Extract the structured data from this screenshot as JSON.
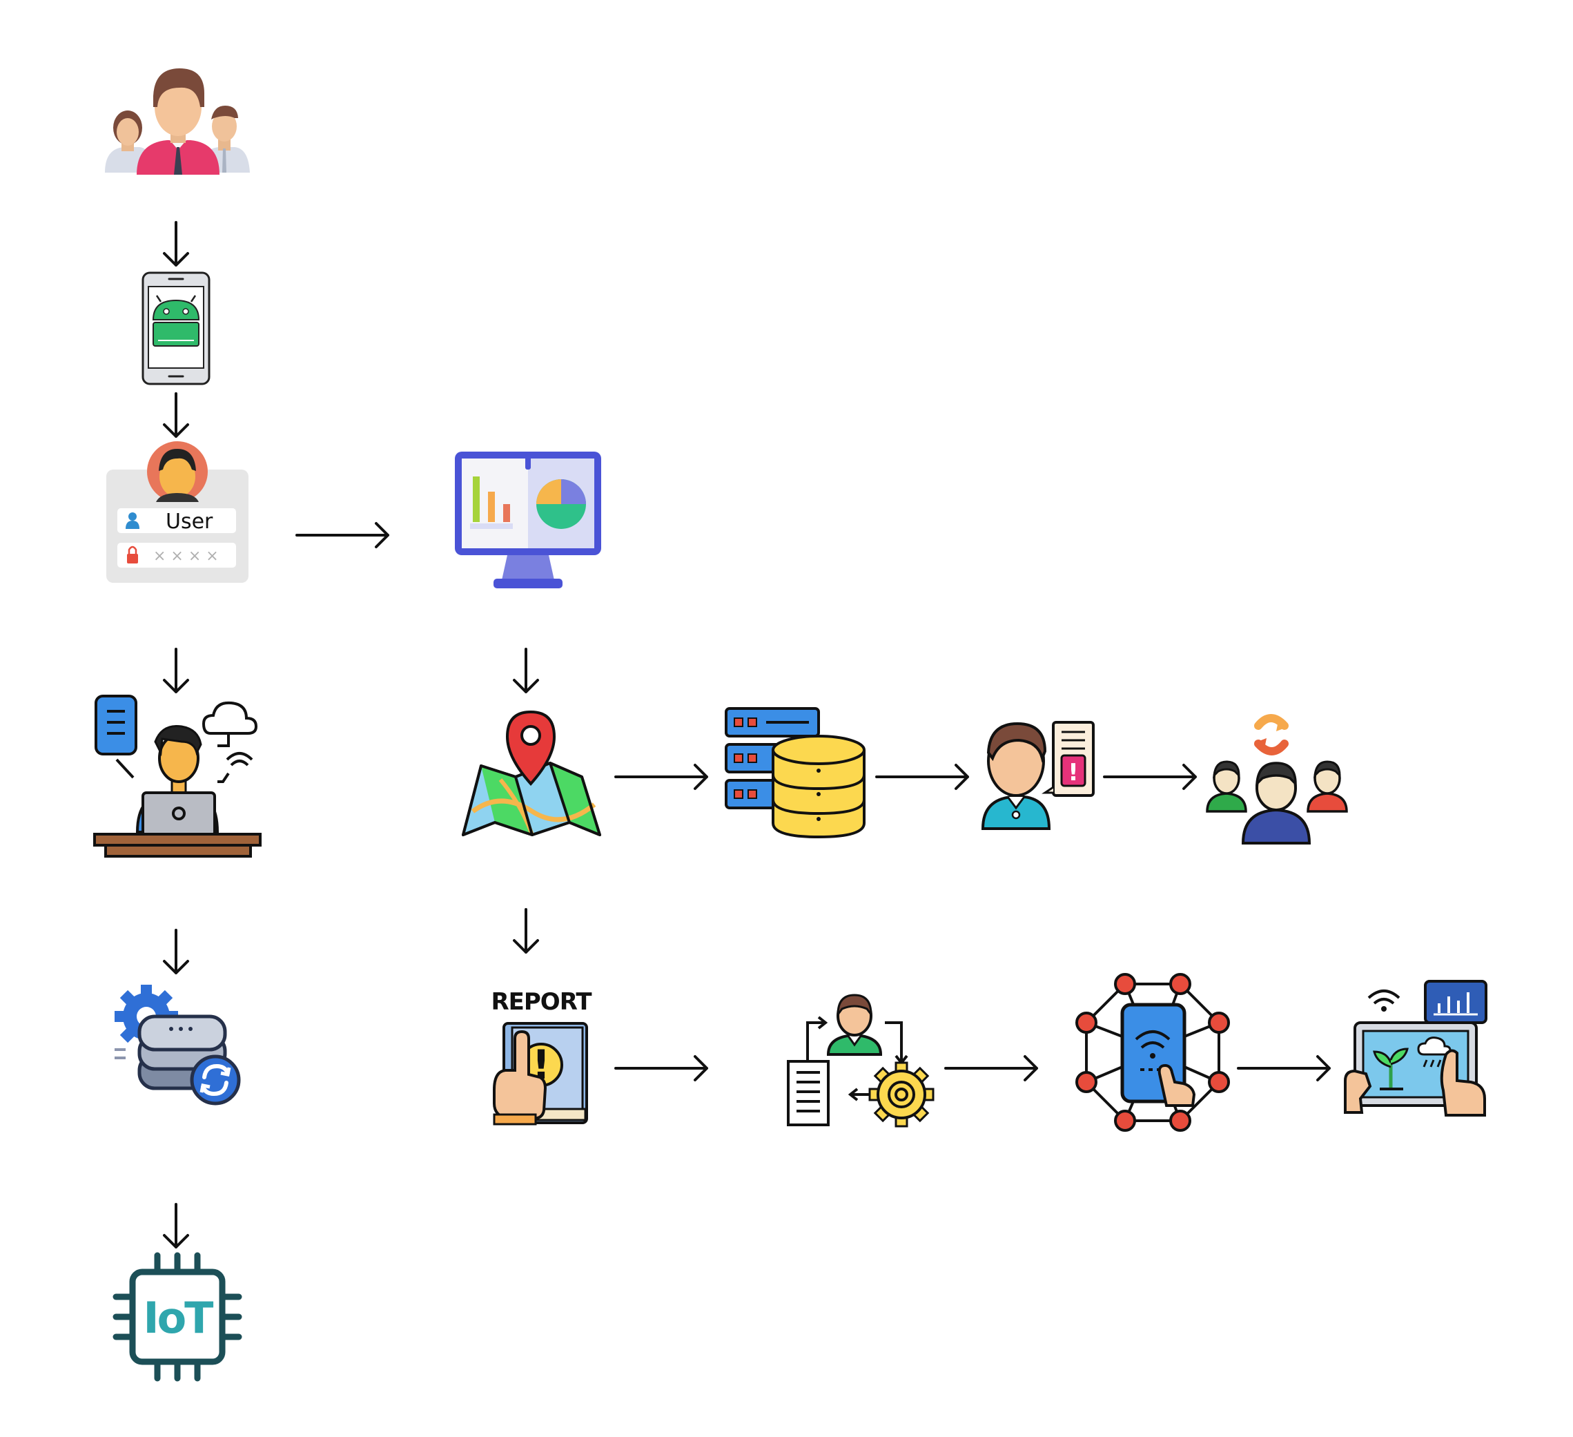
{
  "nodes": [
    {
      "id": "users",
      "icon": "user-group-icon"
    },
    {
      "id": "android-app",
      "icon": "android-phone-icon"
    },
    {
      "id": "login",
      "icon": "login-form-icon",
      "username_label": "User",
      "password_mask": "× × × ×"
    },
    {
      "id": "developer",
      "icon": "developer-laptop-cloud-icon"
    },
    {
      "id": "database-sync",
      "icon": "database-sync-icon"
    },
    {
      "id": "iot",
      "icon": "iot-chip-icon",
      "label": "IoT"
    },
    {
      "id": "dashboard",
      "icon": "analytics-dashboard-monitor-icon"
    },
    {
      "id": "map",
      "icon": "map-location-pin-icon"
    },
    {
      "id": "servers",
      "icon": "server-database-icon"
    },
    {
      "id": "alert-person",
      "icon": "person-alert-notification-icon",
      "badge": "!"
    },
    {
      "id": "user-exchange",
      "icon": "user-exchange-icon"
    },
    {
      "id": "report",
      "icon": "report-book-icon",
      "label": "REPORT",
      "badge": "!"
    },
    {
      "id": "workflow",
      "icon": "workflow-person-gear-document-icon"
    },
    {
      "id": "network-phone",
      "icon": "smartphone-network-icon"
    },
    {
      "id": "smart-farming",
      "icon": "smart-farming-tablet-icon"
    }
  ],
  "edges": [
    {
      "from": "users",
      "to": "android-app",
      "direction": "down"
    },
    {
      "from": "android-app",
      "to": "login",
      "direction": "down"
    },
    {
      "from": "login",
      "to": "dashboard",
      "direction": "right"
    },
    {
      "from": "login",
      "to": "developer",
      "direction": "down"
    },
    {
      "from": "developer",
      "to": "database-sync",
      "direction": "down"
    },
    {
      "from": "database-sync",
      "to": "iot",
      "direction": "down"
    },
    {
      "from": "dashboard",
      "to": "map",
      "direction": "down"
    },
    {
      "from": "map",
      "to": "servers",
      "direction": "right"
    },
    {
      "from": "servers",
      "to": "alert-person",
      "direction": "right"
    },
    {
      "from": "alert-person",
      "to": "user-exchange",
      "direction": "right"
    },
    {
      "from": "map",
      "to": "report",
      "direction": "down"
    },
    {
      "from": "report",
      "to": "workflow",
      "direction": "right"
    },
    {
      "from": "workflow",
      "to": "network-phone",
      "direction": "right"
    },
    {
      "from": "network-phone",
      "to": "smart-farming",
      "direction": "right"
    }
  ],
  "colors": {
    "arrow": "#111111",
    "teal": "#1c4f57",
    "blue": "#3b8ee6",
    "red": "#e74c3c",
    "yellow": "#fcd84f",
    "green": "#4cd964"
  }
}
